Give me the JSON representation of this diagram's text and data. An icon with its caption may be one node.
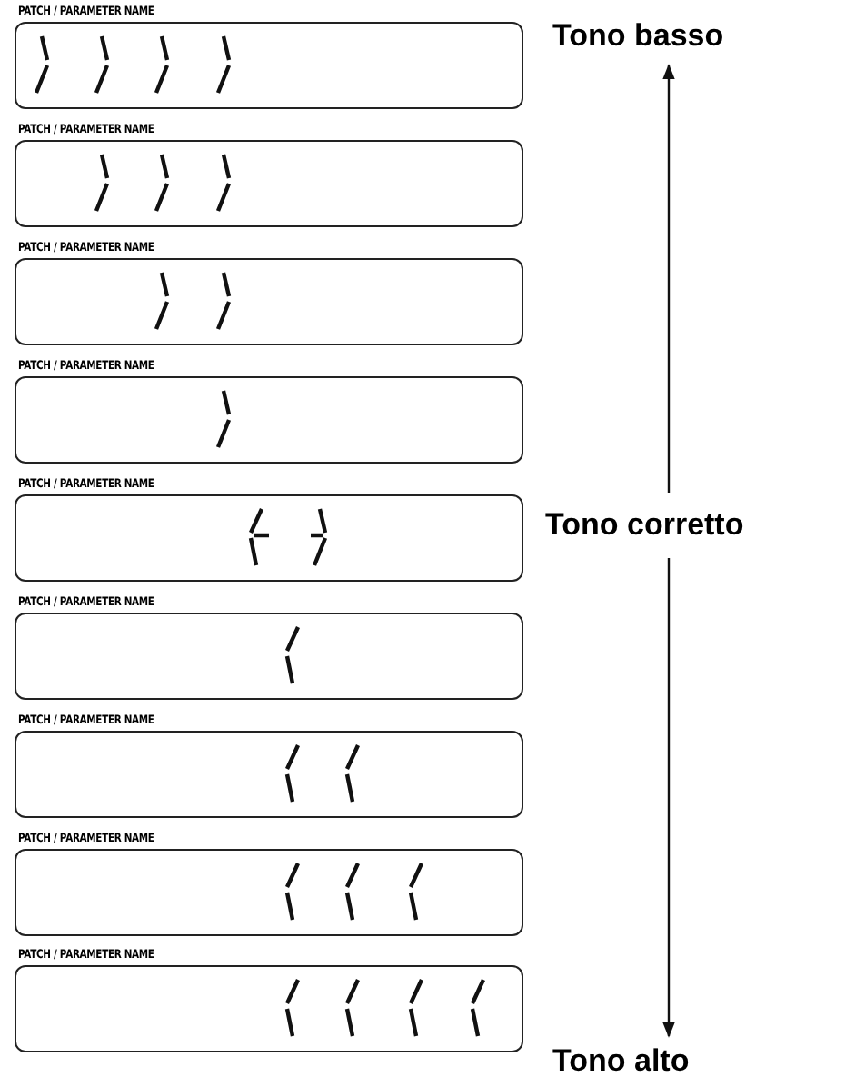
{
  "diagram": {
    "nodes": [
      {
        "text": [
          "PATCH / PARAMETER NAME"
        ]
      },
      {
        "text": [
          "PATCH / PARAMETER NAME"
        ]
      },
      {
        "text": [
          "PATCH / PARAMETER NAME"
        ]
      },
      {
        "text": [
          "PATCH / PARAMETER NAME"
        ]
      },
      {
        "text": [
          "PATCH / PARAMETER NAME"
        ]
      },
      {
        "text": [
          "PATCH / PARAMETER NAME"
        ]
      },
      {
        "text": [
          "PATCH / PARAMETER NAME"
        ]
      },
      {
        "text": [
          "PATCH / PARAMETER NAME"
        ]
      },
      {
        "text": [
          "PATCH / PARAMETER NAME"
        ]
      },
      {
        "text": [
          "Tono basso"
        ]
      },
      {
        "text": [
          "Tono corretto"
        ]
      },
      {
        "text": [
          "Tono alto"
        ]
      }
    ],
    "edges": [
      {
        "from": 10,
        "to": 9,
        "arrow": "to"
      },
      {
        "from": 10,
        "to": 11,
        "arrow": "to"
      }
    ]
  }
}
